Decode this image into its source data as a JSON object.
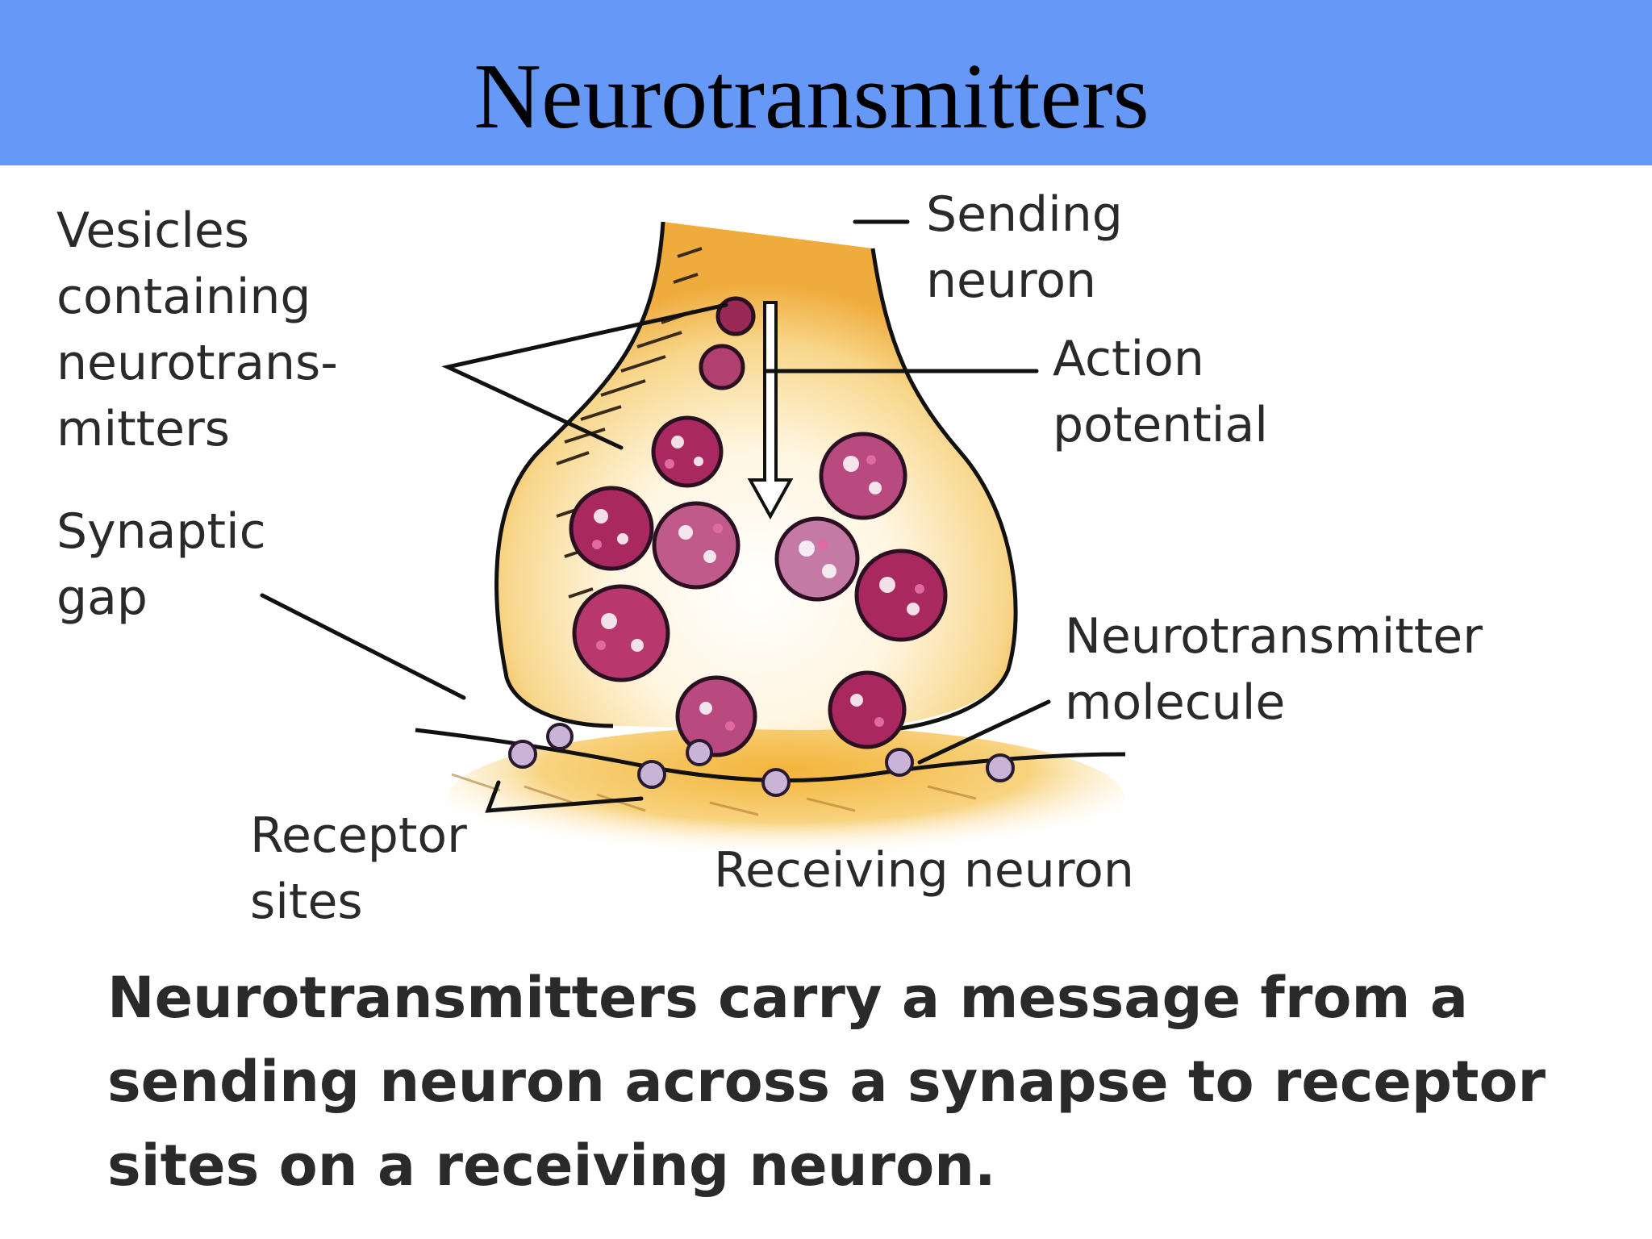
{
  "slide": {
    "title": "Neurotransmitters",
    "header_color": "#6699f7"
  },
  "labels": {
    "vesicles": [
      "Vesicles",
      "containing",
      "neurotrans-",
      "mitters"
    ],
    "synaptic_gap": [
      "Synaptic",
      "gap"
    ],
    "sending_neuron": [
      "Sending",
      "neuron"
    ],
    "action_potential": [
      "Action",
      "potential"
    ],
    "neurotransmitter_molecule": [
      "Neurotransmitter",
      "molecule"
    ],
    "receptor_sites": [
      "Receptor",
      "sites"
    ],
    "receiving_neuron": "Receiving neuron"
  },
  "caption": [
    "Neurotransmitters carry a message from a",
    "sending neuron across a synapse to receptor",
    "sites on a receiving neuron."
  ],
  "colors": {
    "terminal_fill": "#f5c243",
    "vesicle": "#a8285f",
    "receptor": "#c9b4d8"
  }
}
